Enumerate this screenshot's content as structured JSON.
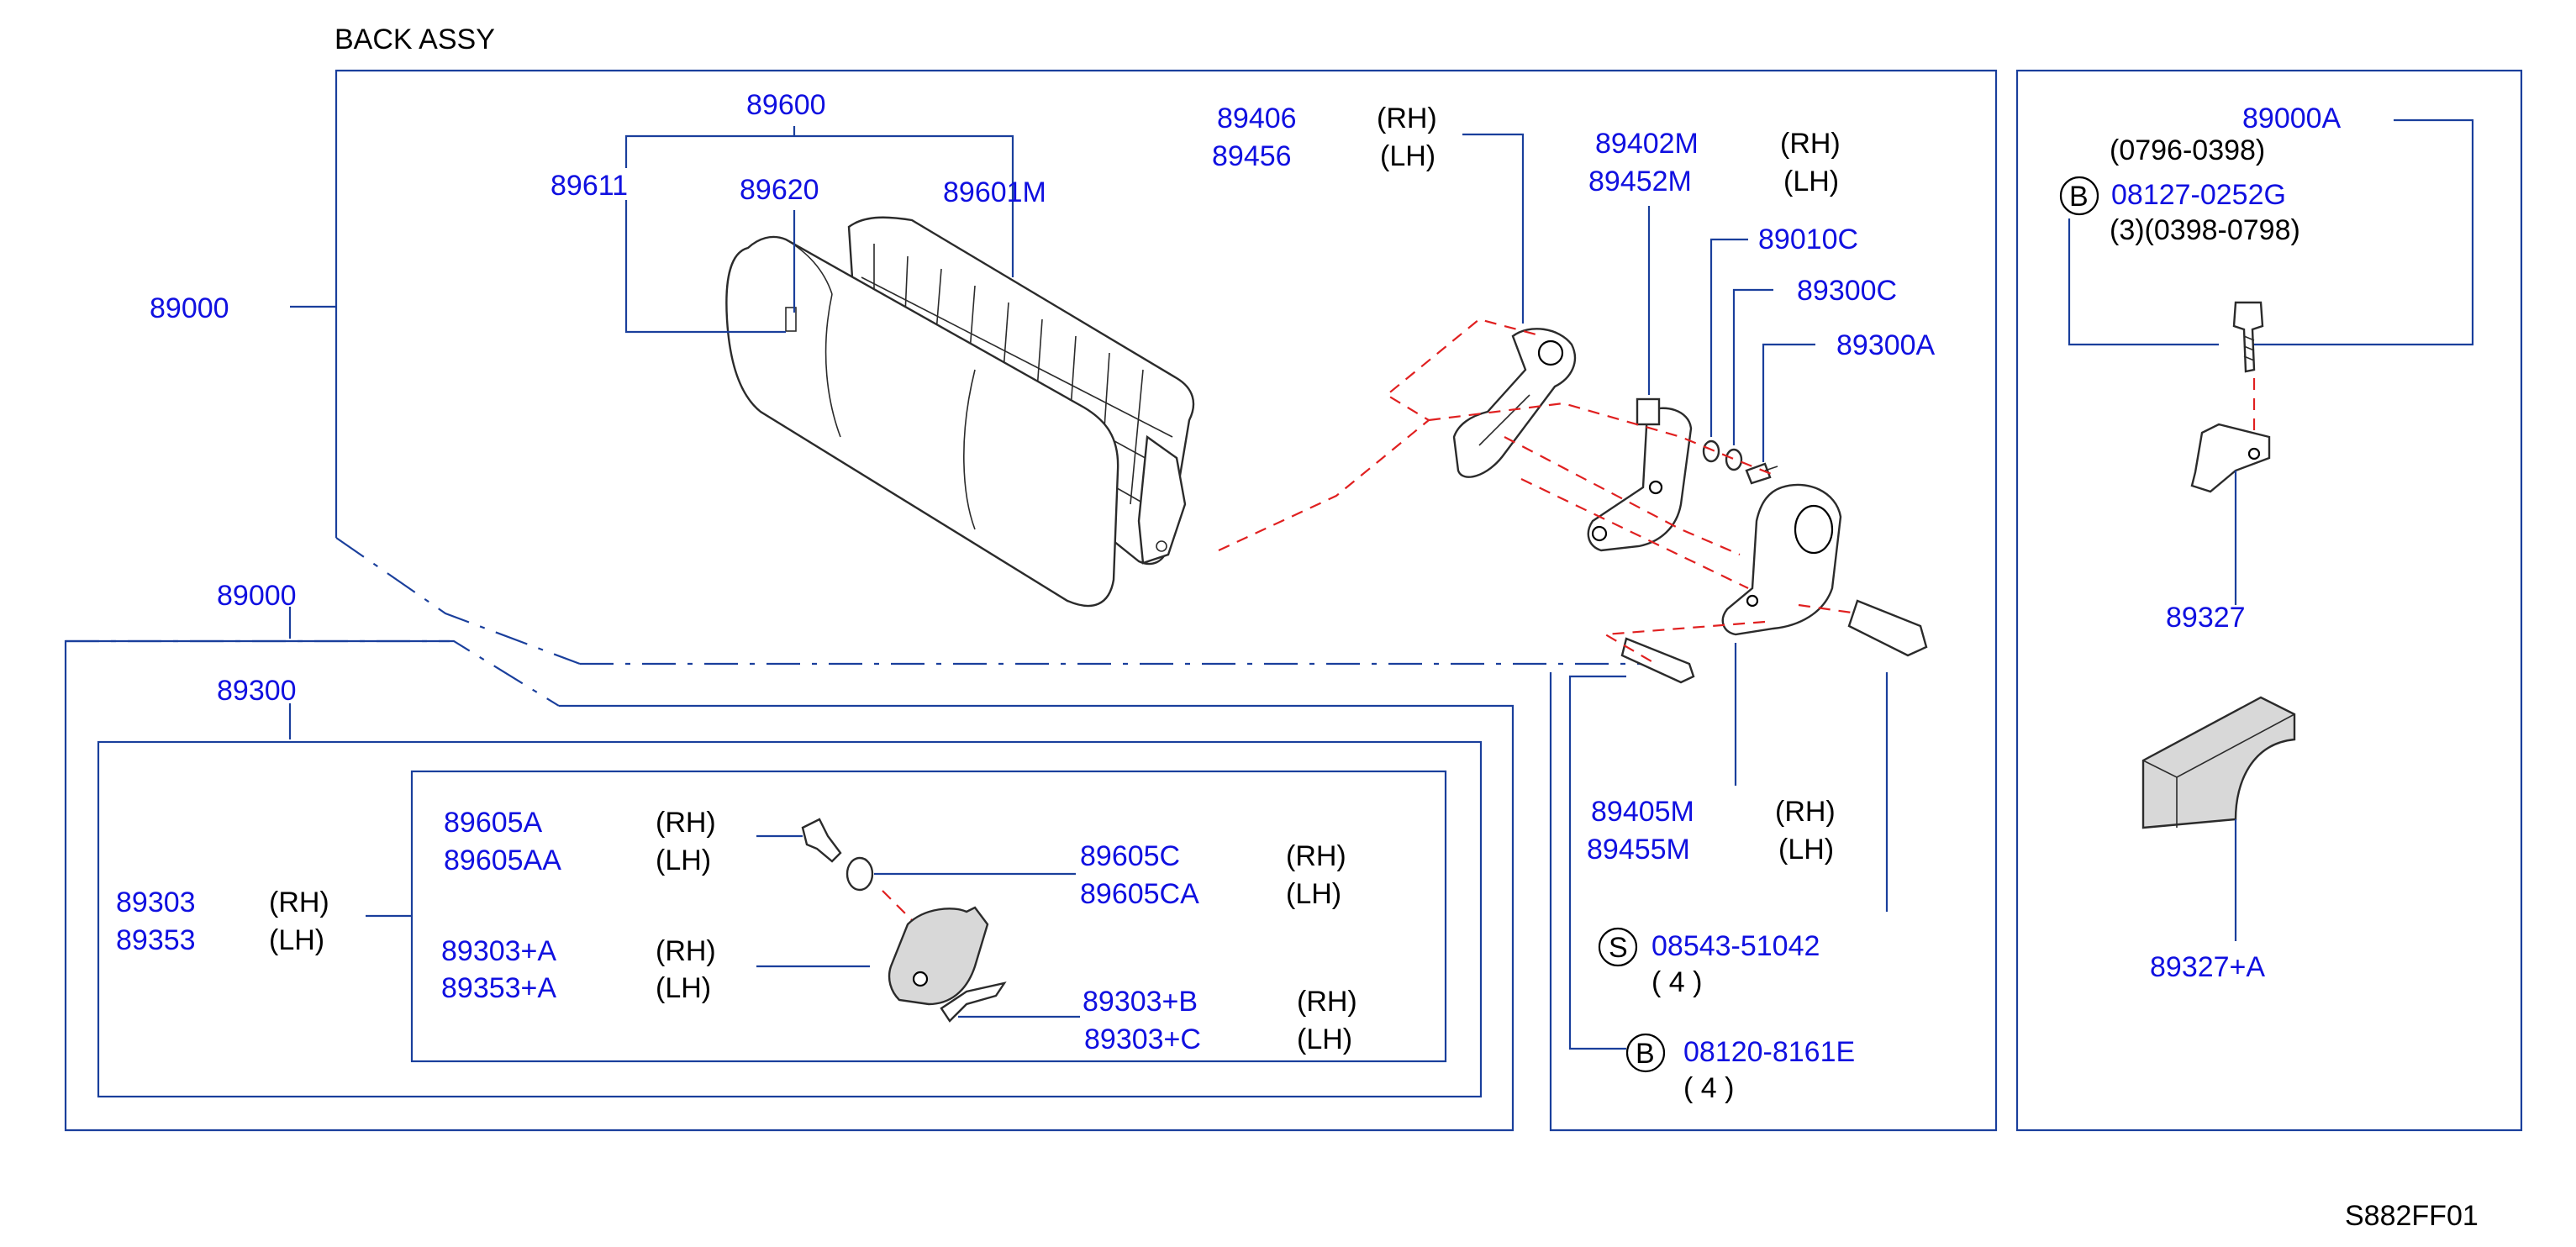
{
  "title": "BACK   ASSY",
  "footer_code": "S882FF01",
  "colors": {
    "part_number": "#1010e0",
    "frame": "#1a3f9c",
    "centerline": "#e02020",
    "text": "#000000"
  },
  "callouts": {
    "p89600": "89600",
    "p89611": "89611",
    "p89620": "89620",
    "p89601M": "89601M",
    "p89000_main": "89000",
    "p89406": "89406",
    "p89406_side": "(RH)",
    "p89456": "89456",
    "p89456_side": "(LH)",
    "p89402M": "89402M",
    "p89402M_side": "(RH)",
    "p89452M": "89452M",
    "p89452M_side": "(LH)",
    "p89010C": "89010C",
    "p89300C": "89300C",
    "p89300A": "89300A",
    "p89000A": "89000A",
    "p89000A_range": "(0796-0398)",
    "b_marker_1": "B",
    "p08127": "08127-0252G",
    "p08127_qty": "(3)(0398-0798)",
    "p89327_partial": "89327",
    "p89327A": "89327+A",
    "p89000_sub": "89000",
    "p89300": "89300",
    "p89303": "89303",
    "p89303_side": "(RH)",
    "p89353": "89353",
    "p89353_side": "(LH)",
    "p89605A": "89605A",
    "p89605A_side": "(RH)",
    "p89605AA": "89605AA",
    "p89605AA_side": "(LH)",
    "p89605C": "89605C",
    "p89605C_side": "(RH)",
    "p89605CA": "89605CA",
    "p89605CA_side": "(LH)",
    "p89303A": "89303+A",
    "p89303A_side": "(RH)",
    "p89353A": "89353+A",
    "p89353A_side": "(LH)",
    "p89303B": "89303+B",
    "p89303B_side": "(RH)",
    "p89303C": "89303+C",
    "p89303C_side": "(LH)",
    "p89405M": "89405M",
    "p89405M_side": "(RH)",
    "p89455M": "89455M",
    "p89455M_side": "(LH)",
    "s_marker": "S",
    "p08543": "08543-51042",
    "p08543_qty": "(  4  )",
    "b_marker_2": "B",
    "p08120": "08120-8161E",
    "p08120_qty": "(  4  )"
  }
}
